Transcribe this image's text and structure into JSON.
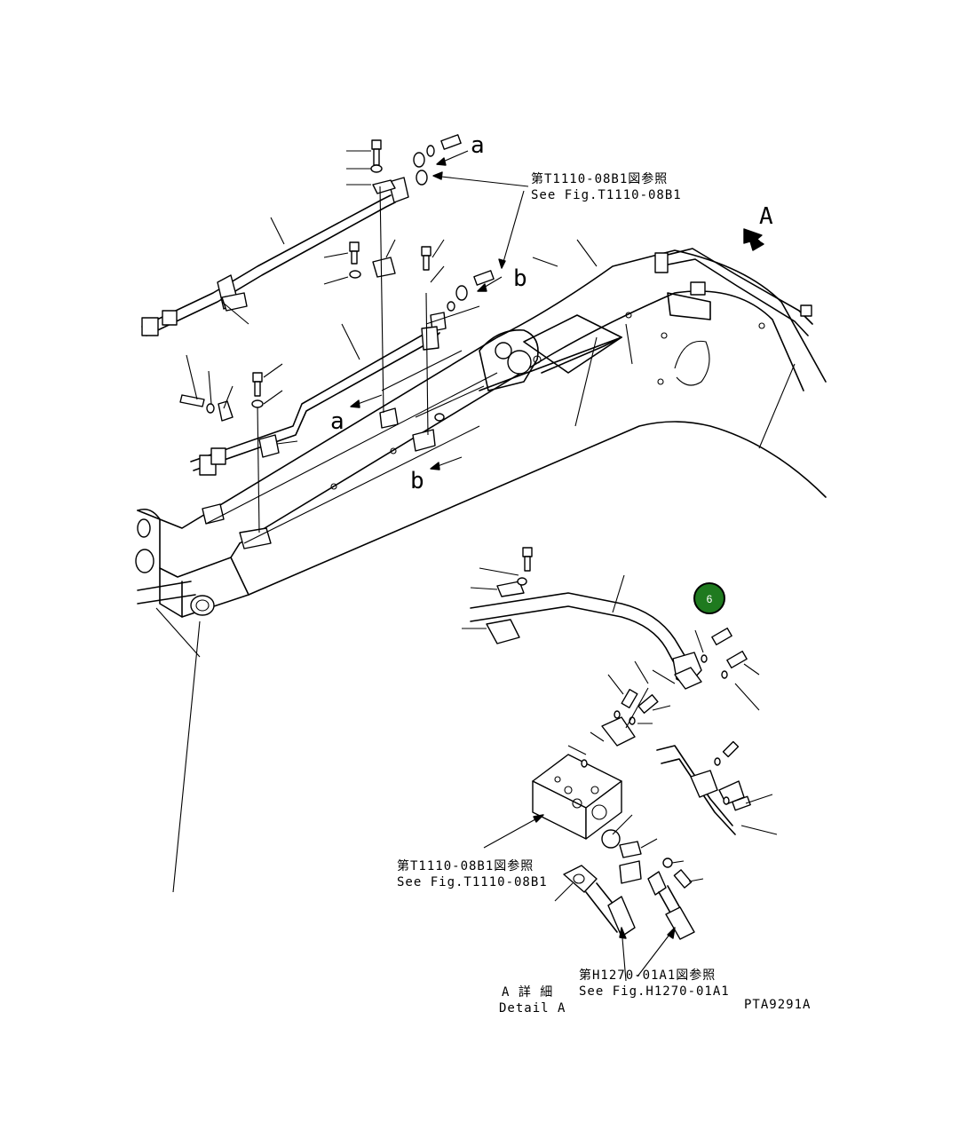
{
  "labels": {
    "a_top": "a",
    "a_lower": "a",
    "b_top": "b",
    "b_lower": "b",
    "view_arrow": "A",
    "ref1_jp": "第T1110-08B1図参照",
    "ref1_en": "See Fig.T1110-08B1",
    "ref2_jp": "第T1110-08B1図参照",
    "ref2_en": "See Fig.T1110-08B1",
    "ref3_jp": "第H1270-01A1図参照",
    "ref3_en": "See Fig.H1270-01A1",
    "detail_jp": "A 詳 細",
    "detail_en": "Detail A",
    "drawing_no": "PTA9291A"
  },
  "callout": {
    "number": "6",
    "color": "#1f7a1f"
  },
  "colors": {
    "line": "#000000",
    "background": "#ffffff"
  }
}
